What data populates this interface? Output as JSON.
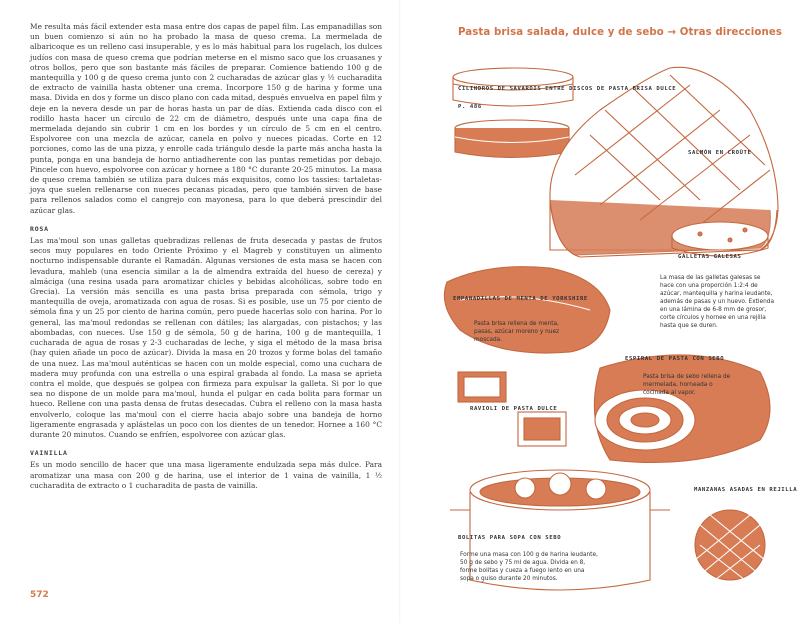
{
  "left_page": {
    "paragraphs_top": [
      "Me resulta más fácil extender esta masa entre dos capas de papel film. Las empanadillas son un buen comienzo si aún no ha probado la masa de queso crema. La mermelada de albaricoque es un relleno casi insuperable, y es lo más habitual para los rugelach, los dulces judíos con masa de queso crema que podrían meterse en el mismo saco que los cruasanes y otros bollos, pero que son bastante más fáciles de preparar. Comience batiendo 100 g de mantequilla y 100 g de queso crema junto con 2 cucharadas de azúcar glas y ½ cucharadita de extracto de vainilla hasta obtener una crema. Incorpore 150 g de harina y forme una masa. Divida en dos y forme un disco plano con cada mitad, después envuelva en papel film y deje en la nevera desde un par de horas hasta un par de días. Extienda cada disco con el rodillo hasta hacer un círculo de 22 cm de diámetro, después unte una capa fina de mermelada dejando sin cubrir 1 cm en los bordes y un círculo de 5 cm en el centro. Espolvoree con una mezcla de azúcar, canela en polvo y nueces picadas. Corte en 12 porciones, como las de una pizza, y enrolle cada triángulo desde la parte más ancha hasta la punta, ponga en una bandeja de horno antiadherente con las puntas remetidas por debajo. Pincele con huevo, espolvoree con azúcar y hornee a 180 °C durante 20-25 minutos. La masa de queso crema también se utiliza para dulces más exquisitos, como los tassies: tartaletas-joya que suelen rellenarse con nueces pecanas picadas, pero que también sirven de base para rellenos salados como el cangrejo con mayonesa, para lo que deberá prescindir del azúcar glas."
    ],
    "rosa_heading": "ROSA",
    "rosa_text": "Las ma'moul son unas galletas quebradizas rellenas de fruta desecada y pastas de frutos secos muy populares en todo Oriente Próximo y el Magreb y constituyen un alimento nocturno indispensable durante el Ramadán. Algunas versiones de esta masa se hacen con levadura, mahleb (una esencia similar a la de almendra extraída del hueso de cereza) y almáciga (una resina usada para aromatizar chicles y bebidas alcohólicas, sobre todo en Grecia). La versión más sencilla es una pasta brisa preparada con sémola, trigo y mantequilla de oveja, aromatizada con agua de rosas. Si es posible, use un 75 por ciento de sémola fina y un 25 por ciento de harina común, pero puede hacerlas solo con harina. Por lo general, las ma'moul redondas se rellenan con dátiles; las alargadas, con pistachos; y las abombadas, con nueces. Use 150 g de sémola, 50 g de harina, 100 g de mantequilla, 1 cucharada de agua de rosas y 2-3 cucharadas de leche, y siga el método de la masa brisa (hay quien añade un poco de azúcar). Divida la masa en 20 trozos y forme bolas del tamaño de una nuez. Las ma'moul auténticas se hacen con un molde especial, como una cuchara de madera muy profunda con una estrella o una espiral grabada al fondo. La masa se aprieta contra el molde, que después se golpea con firmeza para expulsar la galleta. Si por lo que sea no dispone de un molde para ma'moul, hunda el pulgar en cada bolita para formar un hueco. Rellene con una pasta densa de frutas desecadas. Cubra el relleno con la masa hasta envolverlo, coloque las ma'moul con el cierre hacia abajo sobre una bandeja de horno ligeramente engrasada y aplástelas un poco con los dientes de un tenedor. Hornee a 160 °C durante 20 minutos. Cuando se enfríen, espolvoree con azúcar glas.",
    "vainilla_heading": "VAINILLA",
    "vainilla_text": "Es un modo sencillo de hacer que una masa ligeramente endulzada sepa más dulce. Para aromatizar una masa con 200 g de harina, use el interior de 1 vaina de vainilla, 1 ½ cucharadita de extracto o 1 cucharadita de pasta de vainilla.",
    "page_number": "572"
  },
  "right_page": {
    "title": "Pasta brisa salada, dulce y de sebo → Otras direcciones",
    "labels": {
      "cilindros": "Cilindros de savarois entre discos de pasta brisa dulce",
      "cilindros_page": "p. 486",
      "salmon": "Salmón en croûte",
      "galletas": "Galletas galesas",
      "galletas_desc": "La masa de las galletas galesas se hace con una proporción 1:2:4 de azúcar, mantequilla y harina leudante, además de pasas y un huevo. Extienda en una lámina de 6-8 mm de grosor, corte círculos y hornee en una rejilla hasta que se duren.",
      "empanadillas": "Empanadillas de menta de Yorkshire",
      "empanadillas_desc": "Pasta brisa rellena de menta, pasas, azúcar moreno y nuez moscada.",
      "espiral": "Espiral de pasta con sebo",
      "espiral_desc": "Pasta brisa de sebo rellena de mermelada, horneada o cocinada al vapor.",
      "raviolis": "Ravioli de pasta dulce",
      "manzanas": "Manzanas asadas en rejilla",
      "bolitas": "Bolitas para sopa con sebo",
      "bolitas_desc": "Forme una masa con 100 g de harina leudante, 50 g de sebo y 75 ml de agua. Divida en 8, forme bolitas y cueza a fuego lento en una sopa o guiso durante 20 minutos."
    }
  },
  "colors": {
    "accent": "#d2744a",
    "fill": "#d77c55",
    "line": "#c4683f",
    "text": "#3a3a3a"
  }
}
